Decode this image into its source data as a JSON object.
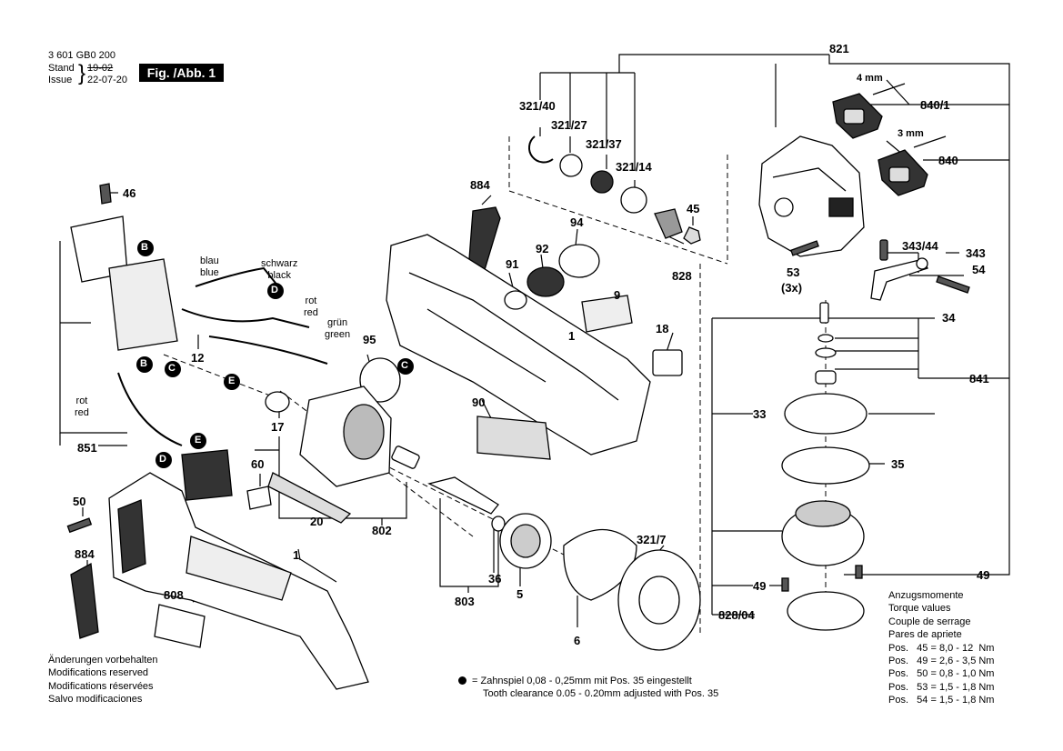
{
  "header": {
    "doc_number": "3 601 GB0 200",
    "stand_label": "Stand",
    "stand_value_struck": "19-02",
    "issue_label": "Issue",
    "issue_value": "22-07-20",
    "figure_tag": "Fig. /Abb. 1"
  },
  "callouts": {
    "p821": "821",
    "p4mm": "4 mm",
    "p3mm": "3 mm",
    "p840_1": "840/1",
    "p840": "840",
    "p321_40": "321/40",
    "p321_27": "321/27",
    "p321_37": "321/37",
    "p321_14": "321/14",
    "p884a": "884",
    "p94": "94",
    "p45": "45",
    "p828": "828",
    "p53": "53",
    "p3x": "(3x)",
    "p343_44": "343/44",
    "p343": "343",
    "p54": "54",
    "p46": "46",
    "p92": "92",
    "p91": "91",
    "p9": "9",
    "p34": "34",
    "p18": "18",
    "p1a": "1",
    "p12": "12",
    "p95": "95",
    "p841": "841",
    "p90": "90",
    "p33": "33",
    "p17": "17",
    "p35": "35",
    "p851": "851",
    "p60": "60",
    "p50": "50",
    "p20": "20",
    "p321_7": "321/7",
    "p802": "802",
    "p884b": "884",
    "p1b": "1",
    "p36": "36",
    "p49a": "49",
    "p49b": "49",
    "p808": "808",
    "p803": "803",
    "p5": "5",
    "p828_04": "828/04",
    "p6": "6"
  },
  "connectors": {
    "B": "B",
    "C": "C",
    "D": "D",
    "E": "E"
  },
  "wire_labels": {
    "blau_de": "blau",
    "blau_en": "blue",
    "schwarz_de": "schwarz",
    "schwarz_en": "black",
    "rot1_de": "rot",
    "rot1_en": "red",
    "gruen_de": "grün",
    "gruen_en": "green",
    "rot2_de": "rot",
    "rot2_en": "red"
  },
  "torque": {
    "title_de": "Anzugsmomente",
    "title_en": "Torque values",
    "title_fr": "Couple de serrage",
    "title_es": "Pares de apriete",
    "rows": [
      "Pos.   45 = 8,0 - 12  Nm",
      "Pos.   49 = 2,6 - 3,5 Nm",
      "Pos.   50 = 0,8 - 1,0 Nm",
      "Pos.   53 = 1,5 - 1,8 Nm",
      "Pos.   54 = 1,5 - 1,8 Nm"
    ]
  },
  "notice": {
    "de": "Änderungen vorbehalten",
    "en": "Modifications reserved",
    "fr": "Modifications réservées",
    "es": "Salvo modificaciones"
  },
  "footnote": {
    "line1": "= Zahnspiel 0,08 - 0,25mm mit Pos. 35 eingestellt",
    "line2": "Tooth clearance 0.05 - 0.20mm adjusted with Pos. 35"
  }
}
